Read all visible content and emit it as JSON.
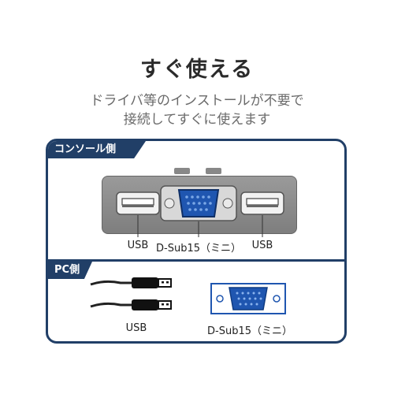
{
  "header": {
    "title": "すぐ使える",
    "subtitle_lines": [
      "ドライバ等のインストールが不要で",
      "接続してすぐに使えます"
    ]
  },
  "console_section": {
    "label": "コンソール側",
    "ports": [
      {
        "label": "USB",
        "icon": "usb-port-icon"
      },
      {
        "label": "D-Sub15（ミニ）",
        "icon": "vga-port-icon"
      },
      {
        "label": "USB",
        "icon": "usb-port-icon"
      }
    ]
  },
  "pc_section": {
    "label": "PC側",
    "connectors": [
      {
        "label": "USB",
        "icon": "usb-cable-icon"
      },
      {
        "label": "D-Sub15（ミニ）",
        "icon": "vga-connector-icon"
      }
    ]
  },
  "colors": {
    "panel_border": "#213f67",
    "vga_blue": "#1f56b0",
    "device_gray": "#8a8a8a"
  }
}
